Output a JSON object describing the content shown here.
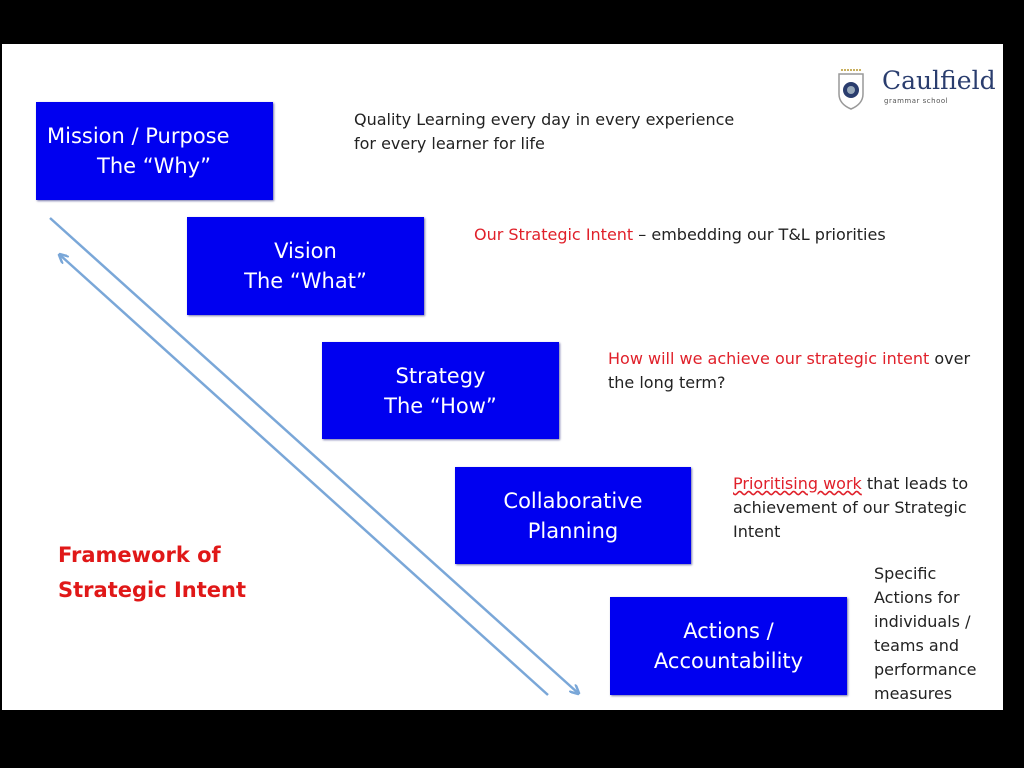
{
  "logo": {
    "name": "Caulfield",
    "subtitle": "grammar school"
  },
  "title": [
    "Framework of",
    "Strategic Intent"
  ],
  "steps": [
    {
      "lines": [
        "Mission / Purpose",
        "The “Why”"
      ],
      "desc_red": "",
      "desc": "Quality Learning every day in every experience for every learner for life"
    },
    {
      "lines": [
        "Vision",
        "The “What”"
      ],
      "desc_red": "Our Strategic Intent",
      "desc": " – embedding our T&L priorities"
    },
    {
      "lines": [
        "Strategy",
        "The “How”"
      ],
      "desc_red": "How will we achieve our strategic intent",
      "desc": " over the long term?"
    },
    {
      "lines": [
        "Collaborative",
        "Planning"
      ],
      "desc_red": "Prioritising work",
      "desc": " that leads to achievement of our Strategic Intent"
    },
    {
      "lines": [
        "Actions /",
        "Accountability"
      ],
      "desc_red": "",
      "desc": "Specific Actions for individuals / teams and performance measures"
    }
  ],
  "colors": {
    "box": "#0000f0",
    "accent": "#e0202a",
    "arrow": "#7aa7d8"
  }
}
